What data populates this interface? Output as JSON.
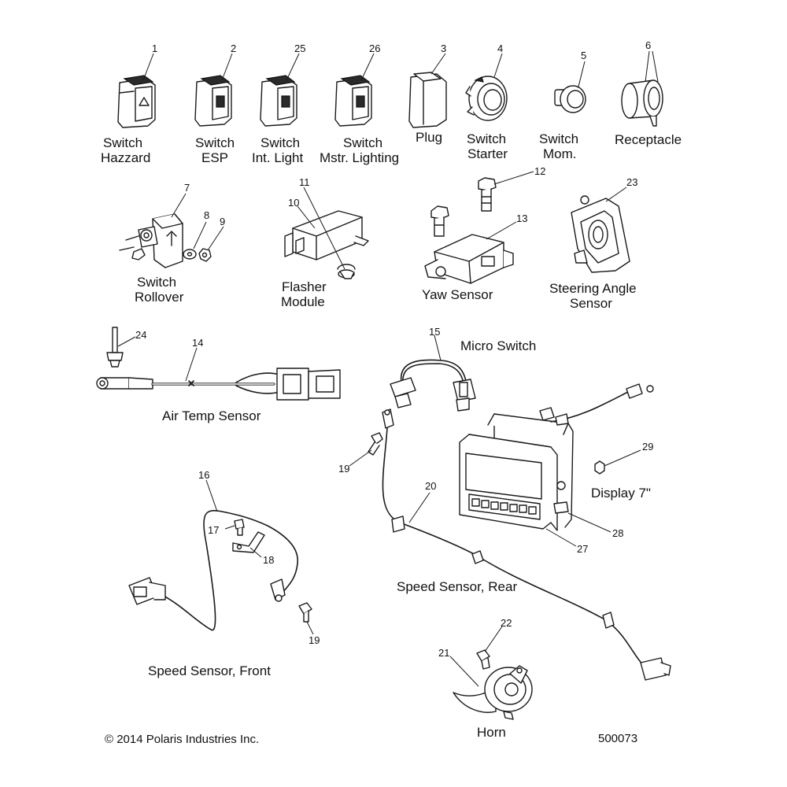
{
  "callouts": {
    "n1": "1",
    "n2": "2",
    "n25": "25",
    "n26": "26",
    "n3": "3",
    "n4": "4",
    "n5": "5",
    "n6": "6",
    "n7": "7",
    "n8": "8",
    "n9": "9",
    "n10": "10",
    "n11": "11",
    "n12": "12",
    "n13": "13",
    "n23": "23",
    "n24": "24",
    "n14": "14",
    "n15": "15",
    "n19a": "19",
    "n29": "29",
    "n16": "16",
    "n20": "20",
    "n17": "17",
    "n18": "18",
    "n27": "27",
    "n28": "28",
    "n19b": "19",
    "n22": "22",
    "n21": "21"
  },
  "labels": {
    "hazard_1": "Switch",
    "hazard_2": "Hazzard",
    "esp_1": "Switch",
    "esp_2": "ESP",
    "intlight_1": "Switch",
    "intlight_2": "Int. Light",
    "mstr_1": "Switch",
    "mstr_2": "Mstr. Lighting",
    "plug": "Plug",
    "starter_1": "Switch",
    "starter_2": "Starter",
    "mom_1": "Switch",
    "mom_2": "Mom.",
    "receptacle": "Receptacle",
    "rollover_1": "Switch",
    "rollover_2": "Rollover",
    "flasher_1": "Flasher",
    "flasher_2": "Module",
    "yaw": "Yaw Sensor",
    "steer_1": "Steering Angle",
    "steer_2": "Sensor",
    "airtemp": "Air Temp Sensor",
    "micro": "Micro Switch",
    "display": "Display 7\"",
    "speed_rear": "Speed Sensor, Rear",
    "speed_front": "Speed Sensor, Front",
    "horn": "Horn"
  },
  "footer": {
    "copyright": "© 2014 Polaris Industries Inc.",
    "diagram_id": "500073"
  }
}
